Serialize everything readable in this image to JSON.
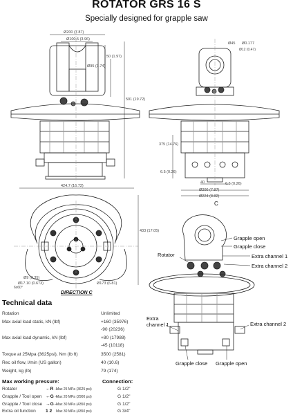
{
  "header": {
    "title": "ROTATOR GRS 16 S",
    "subtitle": "Specially designed for grapple saw"
  },
  "drawing": {
    "dims": {
      "front_top_width": "Ø200 (7.87)",
      "front_inner": "Ø100.5 (3.96)",
      "front_h1": "50 (1.97)",
      "front_h2": "Ø95 (3.74)",
      "front_height": "501 (19.72)",
      "side_hole": "Ø45",
      "side_h1": "Ø0.177",
      "side_total": "Ø12 (0.47)",
      "side_height": "375 (14.76)",
      "side_bot1": "6.5 (0.26)",
      "side_pcd": "Ø200 (7.87)",
      "side_base": "Ø224 (8.82)",
      "side_40": "40",
      "side_w2": "6.5 (0.26)",
      "plan_width": "424.7 (16.72)",
      "plan_height": "433 (17.05)",
      "plan_d1": "Ø9 (0.35)",
      "plan_d2": "Ø173 (6.81)",
      "plan_d3": "Ø17.10 (0.673)",
      "plan_d4": "6x60°"
    },
    "view_c": "C",
    "direction_label": "DIRECTION C",
    "iso_labels": {
      "grapple_open": "Grapple open",
      "grapple_close": "Grapple close",
      "rotator": "Rotator",
      "extra1": "Extra channel 1",
      "extra2": "Extra channel 2",
      "extra1_b": "Extra\nchannel 1",
      "extra2_b": "Extra channel 2",
      "grapple_close_b": "Grapple close",
      "grapple_open_b": "Grapple open"
    }
  },
  "tech": {
    "heading": "Technical data",
    "rows": [
      {
        "label": "Rotation",
        "value": "Unlimited"
      },
      {
        "label": "Max axial load static, kN (lbf)",
        "value": "+160 (35976)"
      },
      {
        "label": "",
        "value": "-90 (20236)"
      },
      {
        "label": "Max axial load dynamic, kN (lbf)",
        "value": "+80 (17988)"
      },
      {
        "label": "",
        "value": "-45 (10118)"
      },
      {
        "label": "Torque at 25Mpa (3625psi), Nm (lb ft)",
        "value": "3500 (2581)"
      },
      {
        "label": "Rec oil flow, l/min (US gallon)",
        "value": "40 (10.6)"
      },
      {
        "label": "Weight, kg (lb)",
        "value": "79 (174)"
      }
    ]
  },
  "pressure": {
    "heading": "Max working pressure:",
    "conn_heading": "Connection:",
    "rows": [
      {
        "label": "Rotator",
        "sym": "←R→",
        "press": "Max 25 MPa (3625 psi)",
        "conn": "G 1/2\""
      },
      {
        "label": "Grapple / Tool open",
        "sym": "←G→",
        "press": "Max 20 MPa (2900 psi)",
        "conn": "G 1/2\""
      },
      {
        "label": "Grapple / Tool close",
        "sym": "→G←",
        "press": "Max 30 MPa (4350 psi)",
        "conn": "G 1/2\""
      },
      {
        "label": "Extra oil function",
        "sym": "1 2",
        "press": "Max 30 MPa (4350 psi)",
        "conn": "G 3/4\""
      }
    ]
  }
}
